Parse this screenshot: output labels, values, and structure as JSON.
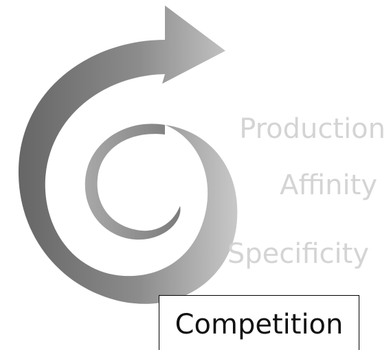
{
  "diagram": {
    "stages": [
      {
        "label": "Production",
        "highlighted": false
      },
      {
        "label": "Affinity",
        "highlighted": false
      },
      {
        "label": "Specificity",
        "highlighted": false
      },
      {
        "label": "Competition",
        "highlighted": true
      }
    ]
  },
  "colors": {
    "inactive_text": "#d4d4d4",
    "active_text": "#111111",
    "arrow_dark": "#6e6e6e",
    "arrow_light": "#c2c2c2",
    "box_border": "#000000"
  },
  "icons": {
    "spiral": "spiral-arrow-icon"
  }
}
